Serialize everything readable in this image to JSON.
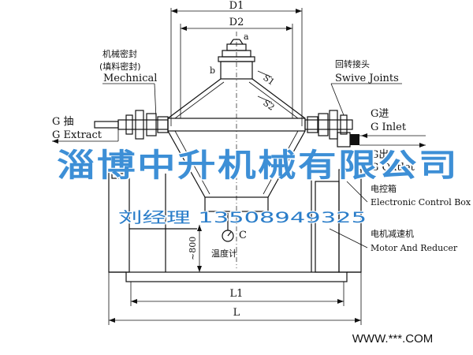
{
  "dimensions": {
    "d1": "D1",
    "d2": "D2",
    "l1": "L1",
    "l": "L",
    "h800": "~800"
  },
  "points": {
    "a": "a",
    "b": "b",
    "c": "C",
    "s1": "S1",
    "s2": "S2"
  },
  "labels": {
    "seal_cn1": "机械密封",
    "seal_cn2": "(填料密封)",
    "seal_en": "Mechnical",
    "swivel_cn": "回转接头",
    "swivel_en": "Swive Joints",
    "g_extract_cn": "G 抽",
    "g_extract_en": "G Extract",
    "g_inlet_cn": "G进",
    "g_inlet_en": "G Inlet",
    "g_outlet_cn": "G出",
    "g_outlet_en": "G Outlet",
    "control_cn": "电控箱",
    "control_en": "Electronic Control Box",
    "motor_cn": "电机减速机",
    "motor_en": "Motor And Reducer",
    "thermo_cn": "温度计"
  },
  "watermark": {
    "company": "淄博中升机械有限公司",
    "contact": "刘经理 13508949325",
    "website": "WWW.***.COM"
  },
  "colors": {
    "line": "#111111",
    "watermark": "#3d8fd6",
    "contact": "#2a7dc9"
  }
}
